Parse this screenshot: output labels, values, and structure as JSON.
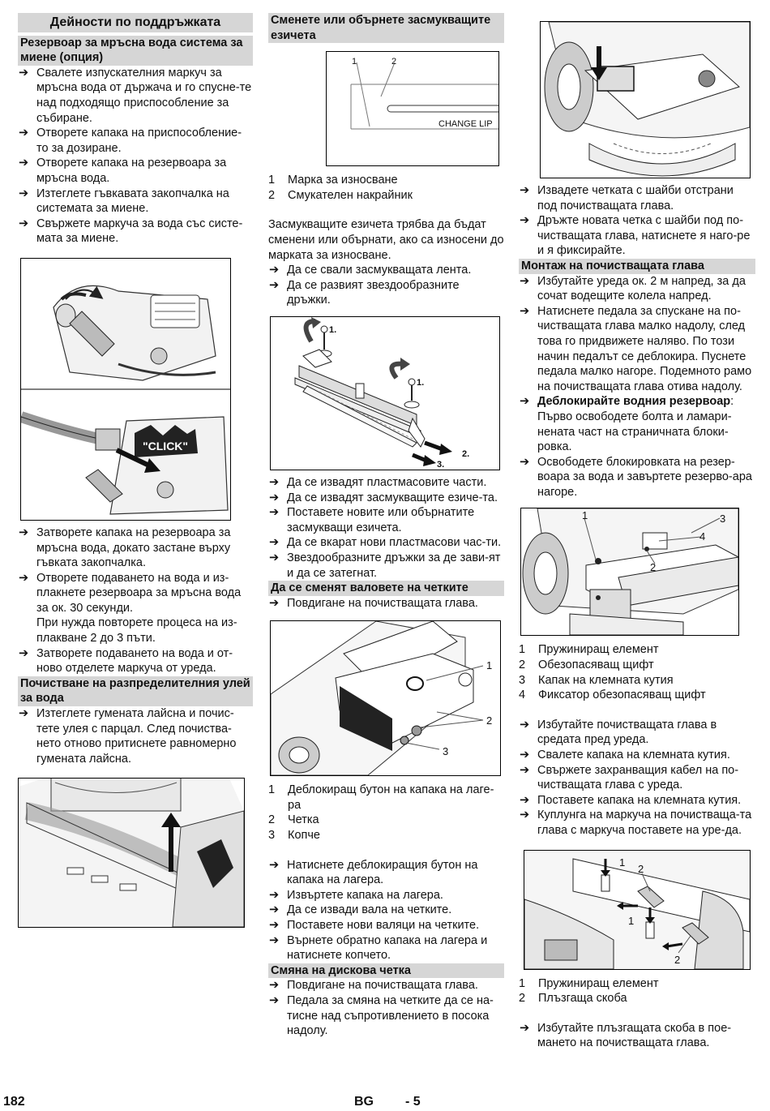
{
  "col1": {
    "section_title": "Дейности по поддръжката",
    "h1": "Резервоар за мръсна вода система за миене (опция)",
    "b1": [
      "Свалете изпускателния маркуч за мръсна вода от държача и го спусне-те над подходящо приспособление за събиране.",
      "Отворете капака на приспособление-то за дозиране.",
      "Отворете капака на резервоара за мръсна вода.",
      "Изтеглете гъвкавата закопчалка на системата за миене.",
      "Свържете маркуча за вода със систе-мата за миене."
    ],
    "fig1_label": "\"CLICK\"",
    "b2": [
      "Затворете капака на резервоара за мръсна вода, докато застане върху гъвката закопчалка.",
      "Отворете подаването на вода и из-плакнете резервоара за мръсна вода за ок. 30 секунди.\nПри нужда повторете процеса на из-плакване 2 до 3 пъти.",
      "Затворете подаването на вода и от-ново отделете маркуча от уреда."
    ],
    "h2": "Почистване на разпределителния улей за вода",
    "b3": [
      "Изтеглете гуменaта лайсна и почис-тете улея с парцал. След почиства-нето отново притиснете равномерно гуменaта лайсна."
    ]
  },
  "col2": {
    "h1": "Сменете или обърнете засмукващите езичета",
    "fig1": {
      "c1": "1",
      "c2": "2",
      "lip": "CHANGE LIP"
    },
    "legend1": [
      {
        "n": "1",
        "t": "Марка за износване"
      },
      {
        "n": "2",
        "t": "Смукателен накрайник"
      }
    ],
    "p1": "Засмукващите езичета трябва да бъдат сменени или обърнати, ако са износени до марката за износване.",
    "b1": [
      "Да се свали засмукващата лента.",
      "Да се развият звездообразните дръжки."
    ],
    "fig2": {
      "s1a": "1.",
      "s1b": "1.",
      "s2": "2.",
      "s3": "3."
    },
    "b2": [
      "Да се извадят пластмасовите части.",
      "Да се извадят засмукващите езиче-та.",
      "Поставете новите или обърнатите засмукващи езичета.",
      "Да се вкарат нови пластмасови час-ти.",
      "Звездообразните дръжки за де зави-ят и да се затегнат."
    ],
    "h2": "Да се сменят валовете на четките",
    "b3": [
      "Повдигане на почистващата глава."
    ],
    "fig3": {
      "c1": "1",
      "c2": "2",
      "c3": "3"
    },
    "legend2": [
      {
        "n": "1",
        "t": "Деблокиращ бутон на капака на лаге-ра"
      },
      {
        "n": "2",
        "t": "Четка"
      },
      {
        "n": "3",
        "t": "Копче"
      }
    ],
    "b4": [
      "Натиснете деблокиращия бутон на капака на лагера.",
      "Извъртете капака на лагера.",
      "Да се извади вала на четките.",
      "Поставете нови валяци на четките.",
      "Върнете обратно капака на лагера и натиснете копчето."
    ],
    "h3": "Смяна на дискова четка",
    "b5": [
      "Повдигане на почистващата глава.",
      "Педала за смяна на четките да се на-тисне над съпротивлението в посока надолу."
    ]
  },
  "col3": {
    "b1": [
      "Извадете четката с шайби отстрани под почистващата глава.",
      "Дръжте новата четка с шайби под по-чистващата глава, натиснете я наго-ре и я фиксирайте."
    ],
    "h1": "Монтаж на почистващата глава",
    "b2": [
      "Избутайте уреда ок. 2 м напред, за да сочат водещите колела напред.",
      "Натиснете педала за спускане на по-чистващата глава малко надолу, след това го придвижете наляво. По този начин педалът се деблокира. Пуснете педала малко нагоре. Подемното рамо на почистващата глава отива надолу."
    ],
    "b3_bold": "Деблокирайте водния резервоар",
    "b3_rest": "Първо освободете болта и ламари-нената част на страничната блоки-ровка.",
    "b4": [
      "Освободете блокировката на резер-воара за вода и завъртете резерво-ара нагоре."
    ],
    "fig2": {
      "c1": "1",
      "c2": "2",
      "c3": "3",
      "c4": "4"
    },
    "legend1": [
      {
        "n": "1",
        "t": "Пружиниращ елемент"
      },
      {
        "n": "2",
        "t": "Обезопасяващ щифт"
      },
      {
        "n": "3",
        "t": "Капак на клемната кутия"
      },
      {
        "n": "4",
        "t": "Фиксатор обезопасяващ щифт"
      }
    ],
    "b5": [
      "Избутайте почистващата глава в средата пред уреда.",
      "Свалете капака на клемната кутия.",
      "Свържете захранващия кабел на по-чистващата глава с уреда.",
      "Поставете капака на клемната кутия.",
      "Куплунга на маркуча на почистваща-та глава с маркуча поставете на уре-да."
    ],
    "fig3": {
      "c1a": "1",
      "c2a": "2",
      "c1b": "1",
      "c2b": "2"
    },
    "legend2": [
      {
        "n": "1",
        "t": "Пружиниращ елемент"
      },
      {
        "n": "2",
        "t": "Плъзгаща скоба"
      }
    ],
    "b6": [
      "Избутайте плъзгащата скоба в пое-мането на почистващата глава."
    ]
  },
  "footer": {
    "page": "182",
    "lang": "BG",
    "num": "- 5"
  },
  "arrow_glyph": "➔"
}
